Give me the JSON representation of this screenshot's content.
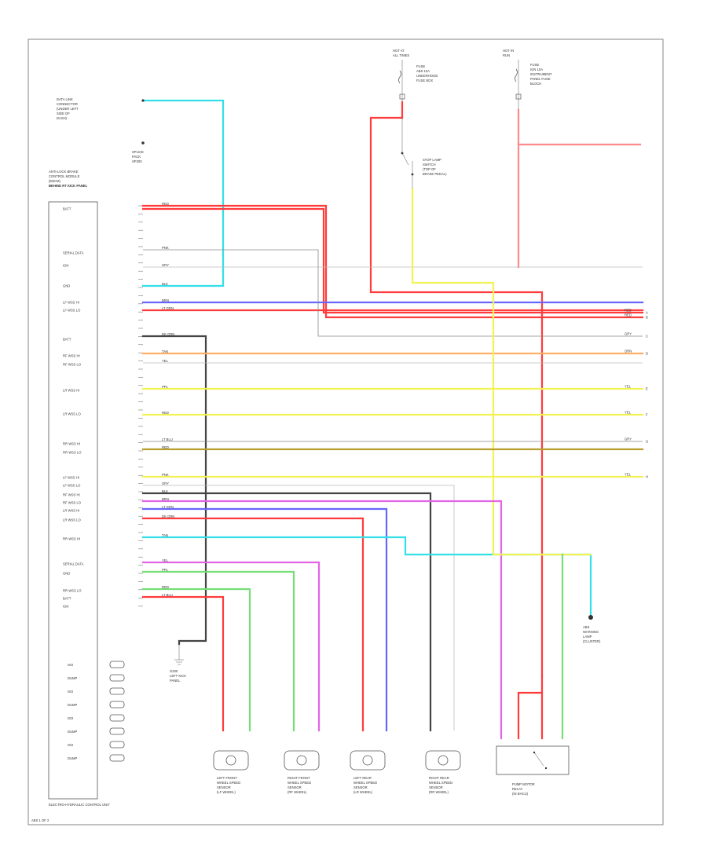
{
  "diagram": {
    "colors": {
      "red": "#ff3b3b",
      "pink": "#ff8a8a",
      "blue": "#6666ff",
      "cyan": "#33e0e8",
      "yellow": "#f2f255",
      "orange": "#ffb066",
      "green": "#77dd77",
      "violet": "#e066e6",
      "gray": "#aaaaaa",
      "black": "#444444",
      "olive": "#b8a030"
    },
    "abs_module": {
      "title_lines": [
        "ANTI-LOCK BRAKE",
        "CONTROL MODULE",
        "(EBCM)",
        "BEHIND RT KICK PANEL"
      ],
      "pins": [
        {
          "label": "BATT",
          "wire": "RED"
        },
        {
          "label": "IGN",
          "wire": "PNK"
        },
        {
          "label": "SERIAL DATA",
          "wire": "GRY"
        },
        {
          "label": "GND",
          "wire": "BLK"
        },
        {
          "label": "LF WSS HI",
          "wire": "BRN"
        },
        {
          "label": "LF WSS LO",
          "wire": "LT GRN"
        },
        {
          "label": "RF WSS HI",
          "wire": "DK GRN"
        },
        {
          "label": "RF WSS LO",
          "wire": "TAN"
        },
        {
          "label": "LR WSS HI",
          "wire": "YEL"
        },
        {
          "label": "LR WSS LO",
          "wire": "PPL"
        },
        {
          "label": "RR WSS HI",
          "wire": "RED"
        },
        {
          "label": "RR WSS LO",
          "wire": "LT BLU"
        }
      ],
      "valve_labels": [
        "ISO",
        "DUMP",
        "ISO",
        "DUMP",
        "ISO",
        "DUMP",
        "ISO",
        "DUMP"
      ],
      "footer": "ELECTRO-HYDRAULIC CONTROL UNIT"
    },
    "top_left_label": [
      "DATA LINK",
      "CONNECTOR",
      "(UNDER LEFT",
      "SIDE OF",
      "DASH)"
    ],
    "splice_label": [
      "SPLICE",
      "PACK",
      "SP200"
    ],
    "fuse_left": [
      "HOT AT",
      "ALL TIMES",
      "FUSE",
      "ABS 10A",
      "UNDERHOOD",
      "FUSE BOX"
    ],
    "fuse_right": [
      "HOT IN",
      "RUN",
      "FUSE",
      "IGN 10A",
      "INSTRUMENT",
      "PANEL FUSE",
      "BLOCK"
    ],
    "brake_switch_label": [
      "STOP LAMP",
      "SWITCH",
      "(TOP OF",
      "BRAKE PEDAL)"
    ],
    "ground_label": [
      "G200",
      "LEFT KICK",
      "PANEL"
    ],
    "right_terminals": [
      {
        "wire": "RED",
        "note": "A"
      },
      {
        "wire": "RED",
        "note": "B"
      },
      {
        "wire": "GRY",
        "note": "C"
      },
      {
        "wire": "ORN",
        "note": "D"
      },
      {
        "wire": "YEL",
        "note": "E"
      },
      {
        "wire": "YEL",
        "note": "F"
      },
      {
        "wire": "GRY",
        "note": "G"
      },
      {
        "wire": "YEL",
        "note": "H"
      }
    ],
    "sensors": [
      {
        "name": [
          "LEFT FRONT",
          "WHEEL SPEED",
          "SENSOR",
          "(LF WHEEL)"
        ]
      },
      {
        "name": [
          "RIGHT FRONT",
          "WHEEL SPEED",
          "SENSOR",
          "(RF WHEEL)"
        ]
      },
      {
        "name": [
          "LEFT REAR",
          "WHEEL SPEED",
          "SENSOR",
          "(LR WHEEL)"
        ]
      },
      {
        "name": [
          "RIGHT REAR",
          "WHEEL SPEED",
          "SENSOR",
          "(RR WHEEL)"
        ]
      }
    ],
    "relay_label": [
      "PUMP MOTOR",
      "RELAY",
      "(IN EHCU)"
    ],
    "lamp_label": [
      "ABS",
      "WARNING",
      "LAMP",
      "(CLUSTER)"
    ],
    "corner_note": "ABS 1 OF 2"
  }
}
